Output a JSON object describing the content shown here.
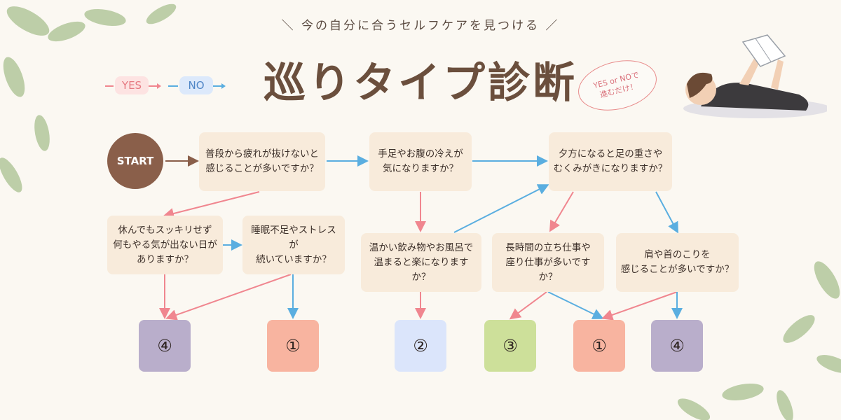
{
  "subtitle": "＼ 今の自分に合うセルフケアを見つける ／",
  "title": "巡りタイプ診断",
  "legend": {
    "yes": "YES",
    "no": "NO"
  },
  "bubble": "YES or NOで\n進むだけ！",
  "start": "START",
  "questions": {
    "q1": "普段から疲れが抜けないと\n感じることが多いですか？",
    "q2": "手足やお腹の冷えが\n気になりますか？",
    "q3": "夕方になると足の重さや\nむくみがきになりますか？",
    "q4": "休んでもスッキリせず\n何もやる気が出ない日が\nありますか？",
    "q5": "睡眠不足やストレスが\n続いていますか？",
    "q6": "温かい飲み物やお風呂で\n温まると楽になりますか？",
    "q7": "長時間の立ち仕事や\n座り仕事が多いですか？",
    "q8": "肩や首のこりを\n感じることが多いですか？"
  },
  "results": [
    {
      "label": "④",
      "color": "#b9aecb"
    },
    {
      "label": "①",
      "color": "#f8b4a0"
    },
    {
      "label": "②",
      "color": "#dbe5fb"
    },
    {
      "label": "③",
      "color": "#cde09a"
    },
    {
      "label": "①",
      "color": "#f8b4a0"
    },
    {
      "label": "④",
      "color": "#b9aecb"
    }
  ],
  "colors": {
    "yes_arrow": "#f0868f",
    "no_arrow": "#5aaee0",
    "brown_arrow": "#8a5f4a"
  }
}
